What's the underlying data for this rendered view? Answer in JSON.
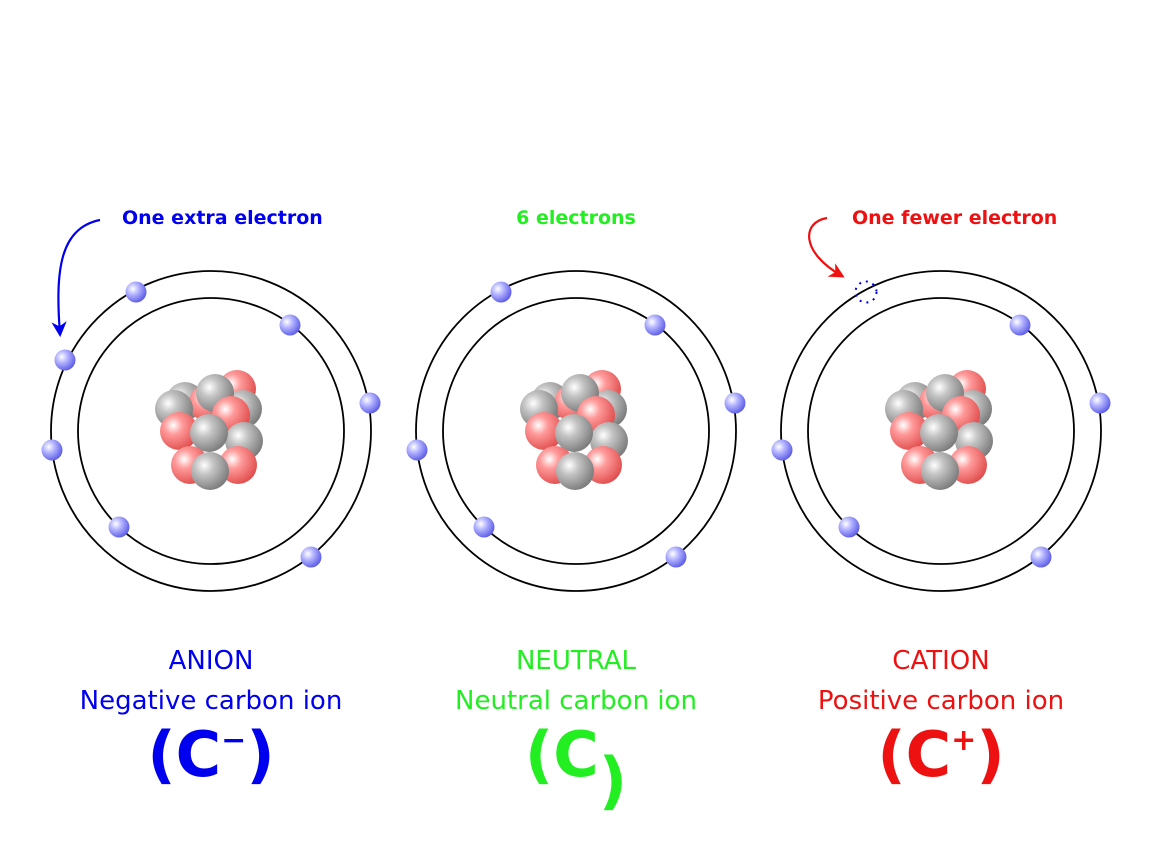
{
  "colors": {
    "anion": "#0000ee",
    "neutral": "#22ee22",
    "cation": "#ee1111",
    "electron": "#8f8fff",
    "proton": "#f47878",
    "neutron": "#a9a9a9",
    "orbit": "#000000"
  },
  "panels": [
    {
      "id": "anion",
      "note": "One extra electron",
      "kind": "ANION",
      "description": "Negative carbon ion",
      "symbol_open": "(C",
      "symbol_charge": "−",
      "symbol_close": ")",
      "electron_count": 7,
      "missing_electron": false,
      "arrow": true
    },
    {
      "id": "neutral",
      "note": "6 electrons",
      "kind": "NEUTRAL",
      "description": "Neutral carbon ion",
      "symbol_open": "(C",
      "symbol_charge": "",
      "symbol_close": ")",
      "electron_count": 6,
      "missing_electron": false,
      "arrow": false
    },
    {
      "id": "cation",
      "note": "One fewer electron",
      "kind": "CATION",
      "description": "Positive carbon ion",
      "symbol_open": "(C",
      "symbol_charge": "+",
      "symbol_close": ")",
      "electron_count": 5,
      "missing_electron": true,
      "arrow": true
    }
  ]
}
